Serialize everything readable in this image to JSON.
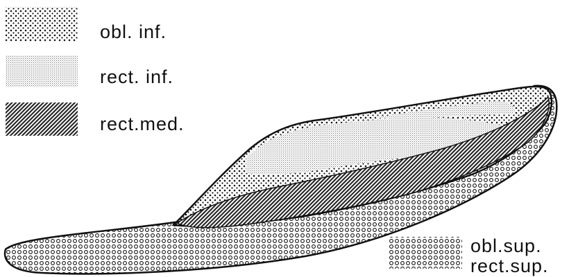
{
  "legend": {
    "items": [
      {
        "pattern": "dots-fine",
        "label": "obl. inf."
      },
      {
        "pattern": "stipple",
        "label": "rect. inf."
      },
      {
        "pattern": "hatch",
        "label": "rect.med."
      }
    ],
    "bottom_item": {
      "pattern": "rings",
      "label_line1": "obl.sup.",
      "label_line2": "rect.sup."
    }
  },
  "colors": {
    "ink": "#111111",
    "paper": "#ffffff"
  }
}
